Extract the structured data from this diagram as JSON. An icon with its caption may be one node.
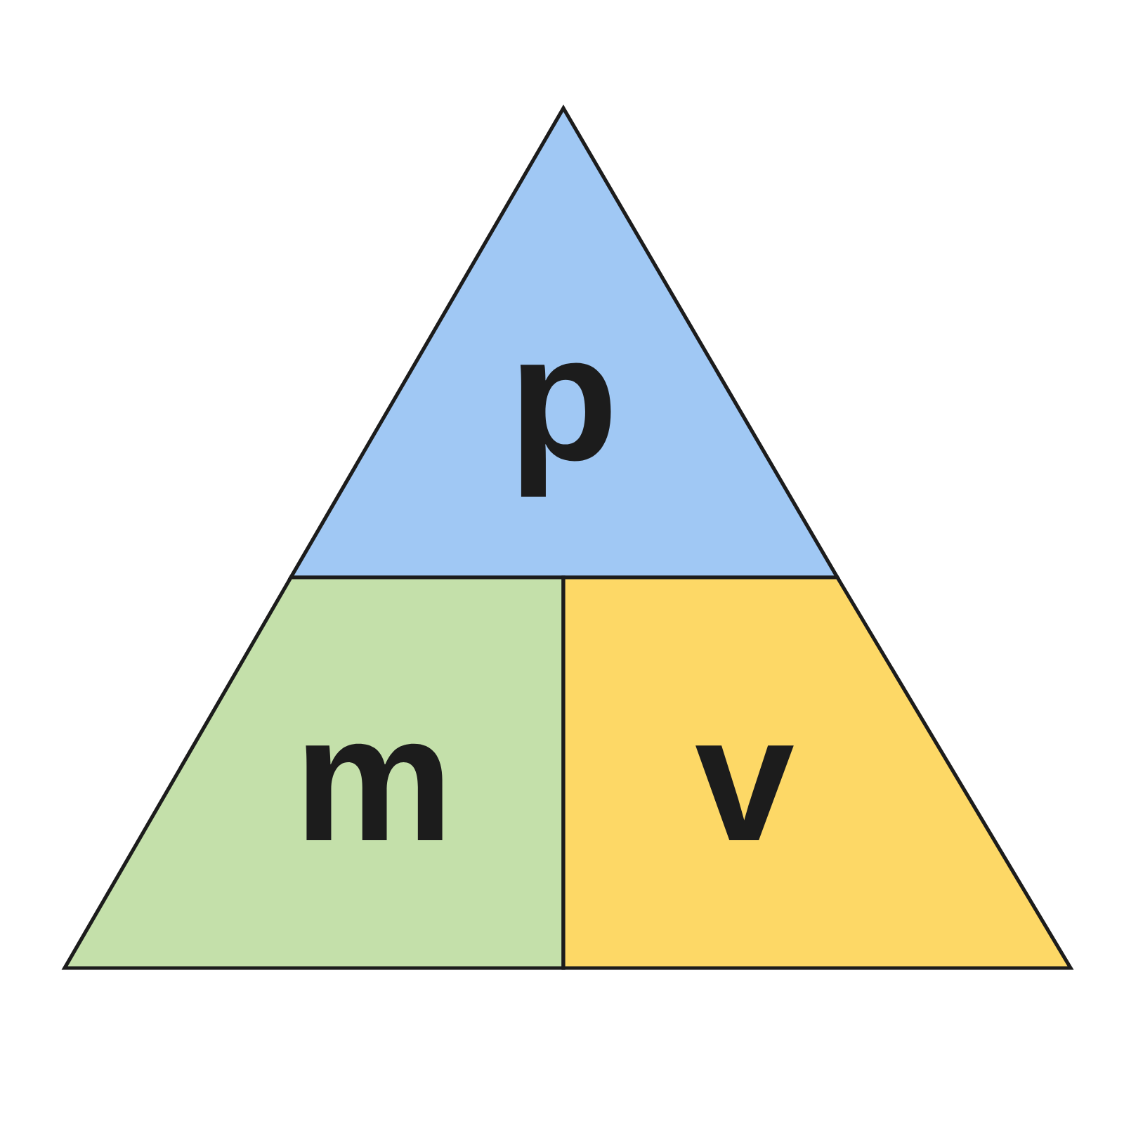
{
  "diagram": {
    "nodes": [
      {
        "text": [
          "p"
        ]
      },
      {
        "text": [
          "m"
        ]
      },
      {
        "text": [
          "v"
        ]
      }
    ]
  }
}
